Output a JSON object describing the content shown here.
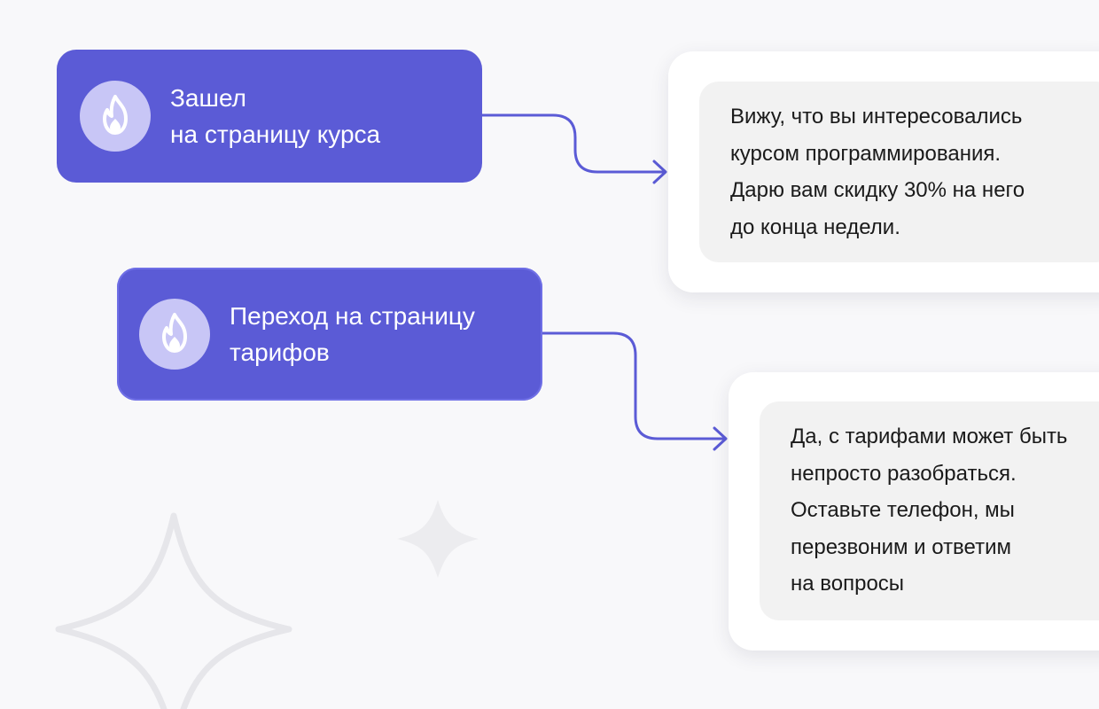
{
  "colors": {
    "accent": "#5b5bd6",
    "icon_bg": "#c8c6f6",
    "bubble_bg": "#f2f2f2",
    "background": "#f8f8fa",
    "text": "#1a1a1a"
  },
  "triggers": [
    {
      "icon": "flame-icon",
      "lines": [
        "Зашел",
        "на страницу курса"
      ]
    },
    {
      "icon": "flame-icon",
      "lines": [
        "Переход на страницу",
        "тарифов"
      ]
    }
  ],
  "messages": [
    {
      "lines": [
        "Вижу, что вы интересовались",
        "курсом программирования.",
        "Дарю вам скидку 30% на него",
        "до конца недели."
      ]
    },
    {
      "lines": [
        "Да, с тарифами может быть",
        "непросто разобраться.",
        "Оставьте телефон, мы",
        "перезвоним и ответим",
        "на вопросы"
      ]
    }
  ]
}
